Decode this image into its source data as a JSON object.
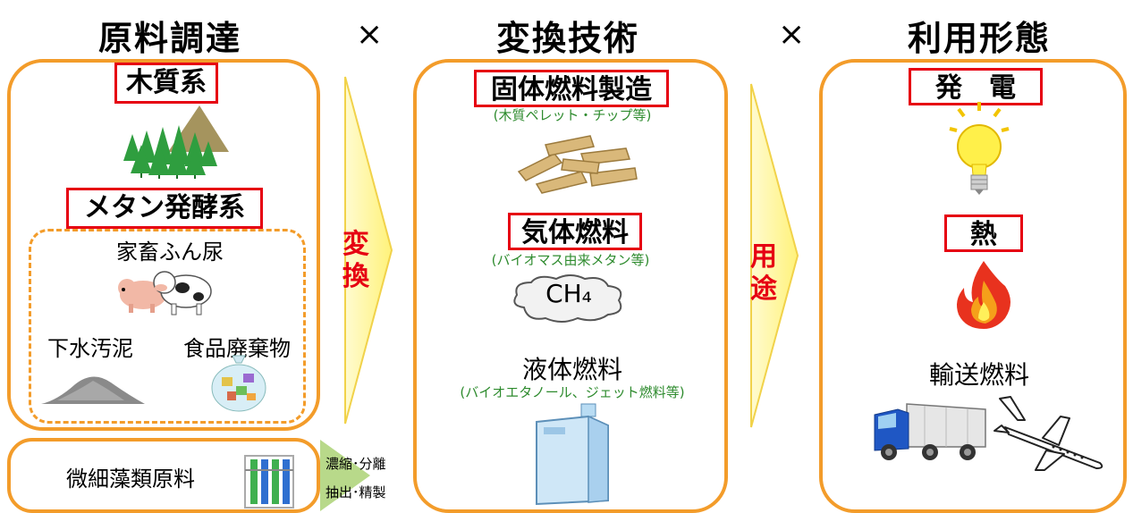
{
  "columns": {
    "source": {
      "title": "原料調達",
      "woody": "木質系",
      "methane": "メタン発酵系",
      "livestock": "家畜ふん尿",
      "sewage": "下水汚泥",
      "food": "食品廃棄物",
      "algae": "微細藻類原料"
    },
    "conversion": {
      "title": "変換技術",
      "solid": "固体燃料製造",
      "solid_note": "(木質ペレット・チップ等)",
      "gas": "気体燃料",
      "gas_note": "(バイオマス由来メタン等)",
      "gas_cloud": "CH₄",
      "liquid": "液体燃料",
      "liquid_note": "(バイオエタノール、ジェット燃料等)"
    },
    "usage": {
      "title": "利用形態",
      "power": "発　電",
      "heat": "熱",
      "transport": "輸送燃料"
    }
  },
  "operators": {
    "times1": "×",
    "times2": "×"
  },
  "arrows": {
    "convert": [
      "変",
      "換"
    ],
    "use": [
      "用",
      "途"
    ],
    "algae_process_1": "濃縮･分離",
    "algae_process_2": "抽出･精製"
  },
  "colors": {
    "panel_border": "#f39c2a",
    "red_box": "#e60012",
    "arrow_fill": "#fff9a8",
    "note_green": "#2e8b2e"
  }
}
